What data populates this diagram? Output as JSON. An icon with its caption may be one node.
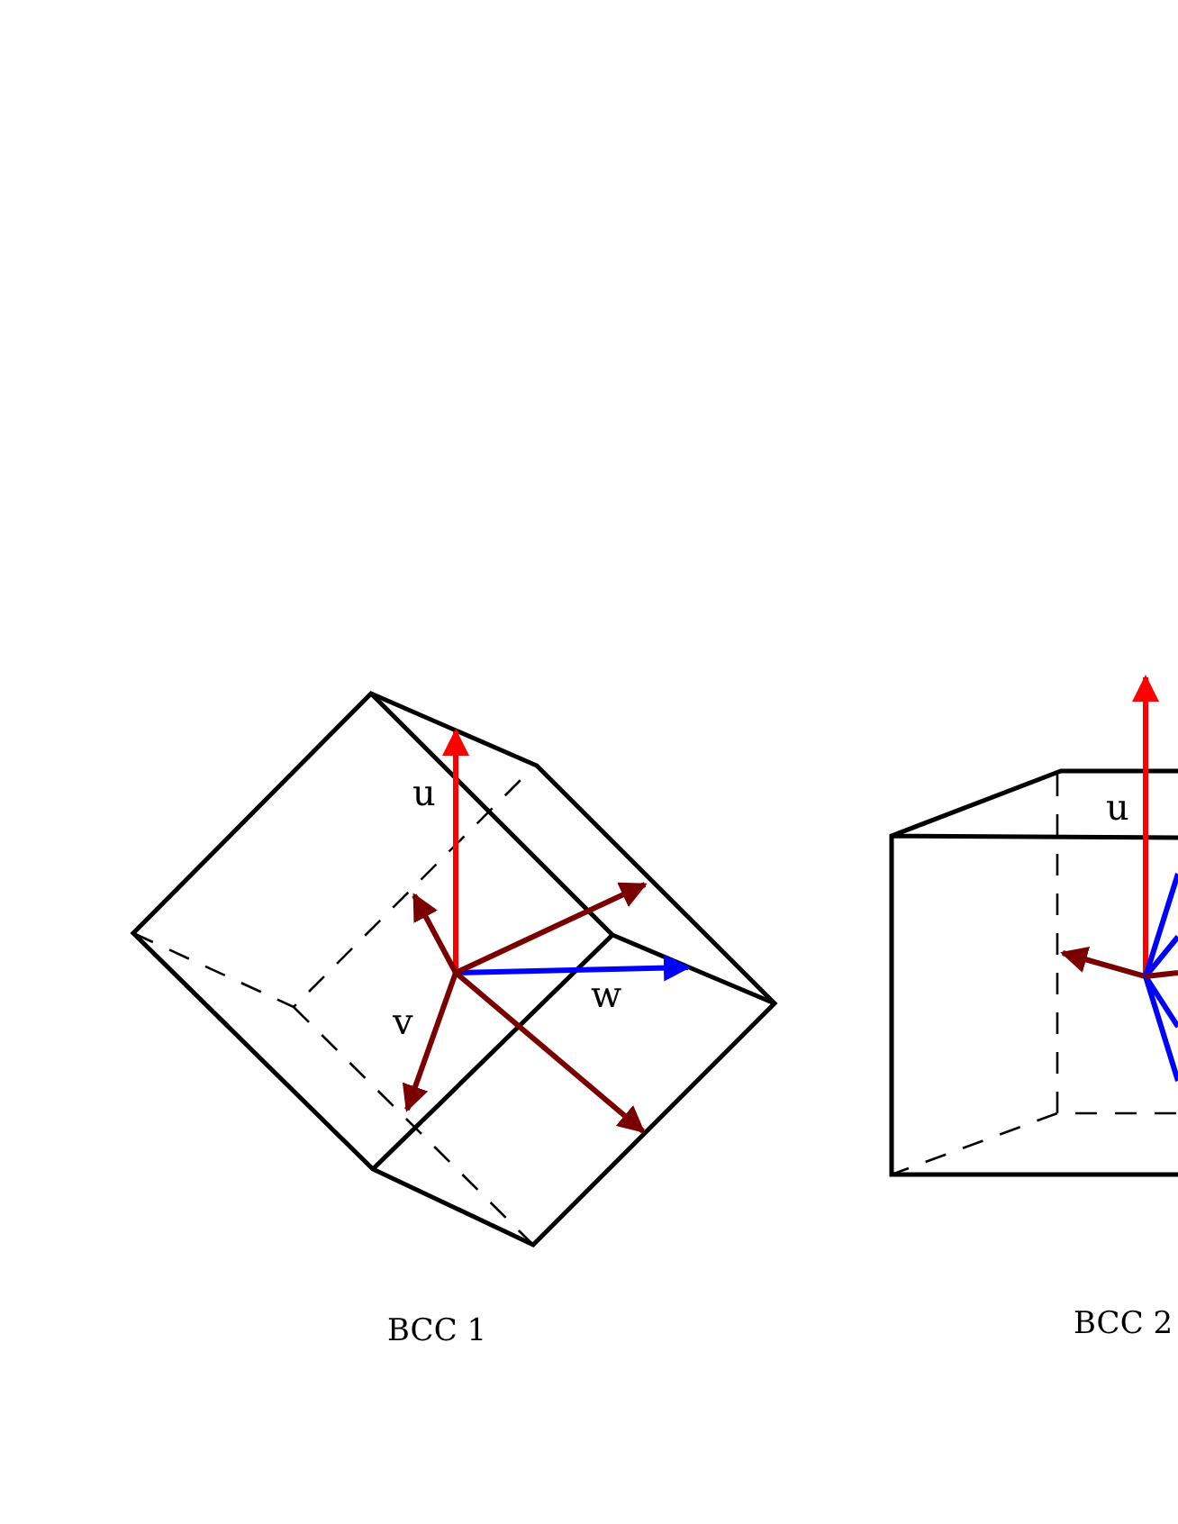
{
  "diagram": {
    "labels": [
      "u",
      "v",
      "w",
      "BCC 1",
      "u",
      "BCC 2"
    ]
  }
}
